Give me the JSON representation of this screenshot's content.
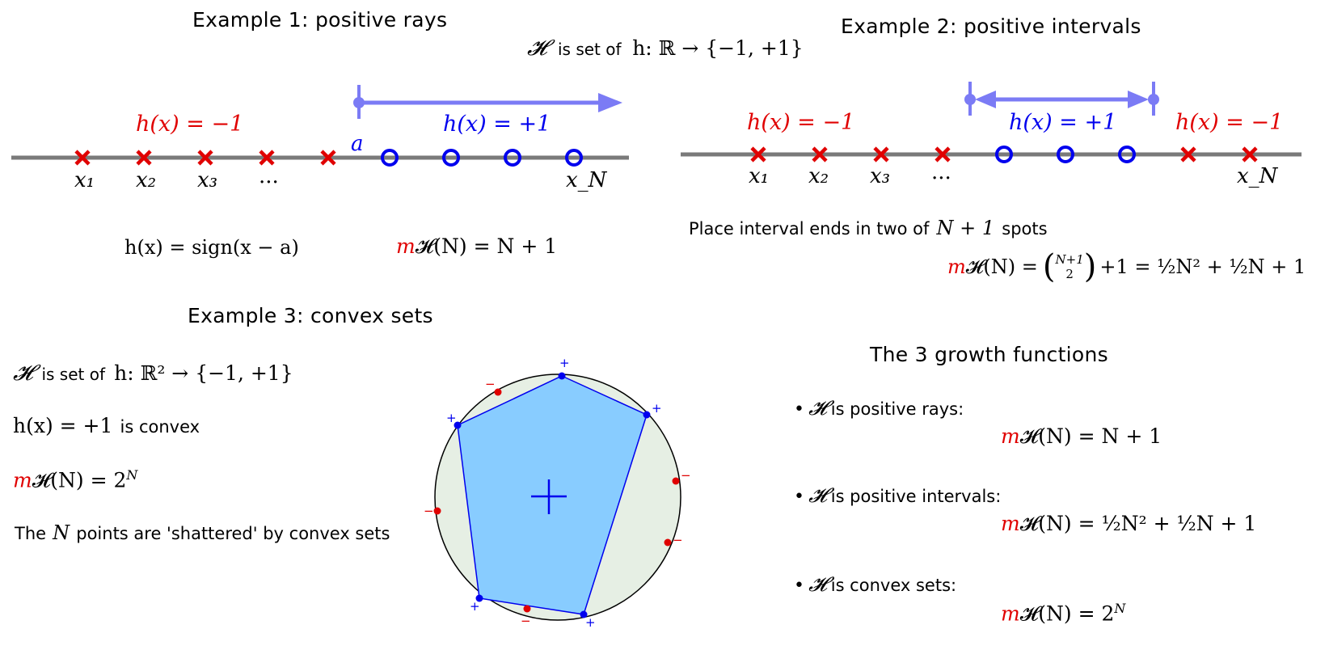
{
  "header": {
    "example1_title": "Example 1: positive rays",
    "example2_title": "Example 2: positive intervals",
    "example3_title": "Example 3: convex sets",
    "growth_title": "The 3 growth functions",
    "hypothesis_prefix": "𝓗",
    "hypothesis_is_set_of": "is set of",
    "hypothesis_map_1d": "h: ℝ → {−1, +1}"
  },
  "example1": {
    "neg_label": "h(x) = −1",
    "pos_label": "h(x) = +1",
    "threshold_label": "a",
    "x_labels": [
      "x₁",
      "x₂",
      "x₃",
      "...",
      "x_N"
    ],
    "formula_h": "h(x) = sign(x − a)",
    "growth_m": "m",
    "growth_rest": "𝓗(N) = N + 1",
    "points": [
      "x",
      "x",
      "x",
      "x",
      "x",
      "o",
      "o",
      "o",
      "o"
    ]
  },
  "example2": {
    "neg_label_left": "h(x) = −1",
    "pos_label": "h(x) = +1",
    "neg_label_right": "h(x) = −1",
    "x_labels": [
      "x₁",
      "x₂",
      "x₃",
      "...",
      "x_N"
    ],
    "place_text": "Place interval ends in two of",
    "place_math": "N + 1",
    "place_suffix": "spots",
    "growth_m": "m",
    "growth_rest": "𝓗(N) =",
    "growth_binom_top": "N+1",
    "growth_binom_bottom": "2",
    "growth_tail": "+1 = ½N² + ½N + 1",
    "points": [
      "x",
      "x",
      "x",
      "x",
      "o",
      "o",
      "o",
      "x",
      "x"
    ]
  },
  "example3": {
    "hypothesis_map_2d": "h: ℝ² → {−1, +1}",
    "convex_math": "h(x) = +1",
    "convex_text": "is convex",
    "growth_m": "m",
    "growth_rest": "𝓗(N) = 2",
    "growth_sup": "N",
    "shatter_pre": "The",
    "shatter_math": "N",
    "shatter_post": "points are 'shattered' by convex sets",
    "plus_sign": "+",
    "minus_sign": "−"
  },
  "growth": {
    "items": [
      {
        "bullet": "•",
        "h": "𝓗",
        "text": "is positive rays:",
        "m": "m",
        "formula": "𝓗(N) = N + 1"
      },
      {
        "bullet": "•",
        "h": "𝓗",
        "text": "is positive intervals:",
        "m": "m",
        "formula": "𝓗(N) = ½N² + ½N + 1"
      },
      {
        "bullet": "•",
        "h": "𝓗",
        "text": "is convex sets:",
        "m": "m",
        "formula": "𝓗(N) = 2",
        "sup": "N"
      }
    ]
  },
  "colors": {
    "neg": "#e00000",
    "pos": "#0000ee",
    "arrow": "#7b7bf5",
    "axis": "#7a7a7a",
    "polygon_fill": "#88ccff",
    "circle_fill": "#e6efe4"
  }
}
